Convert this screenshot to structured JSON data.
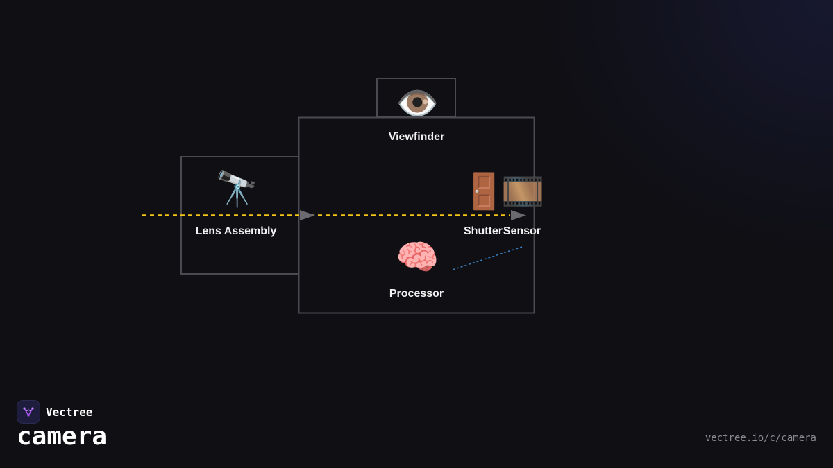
{
  "brand": {
    "name": "Vectree",
    "logo_icon": "vectree-logo-icon",
    "logo_color": "#a855f7"
  },
  "page": {
    "title": "camera",
    "url": "vectree.io/c/camera"
  },
  "colors": {
    "background": "#0f0f14",
    "box_stroke": "#4a4a50",
    "light_path": "#f5c518",
    "data_path": "#3b82c4",
    "arrowhead": "#6a6a70"
  },
  "diagram": {
    "nodes": [
      {
        "id": "lens",
        "label": "Lens Assembly",
        "icon": "telescope-icon",
        "glyph": "🔭"
      },
      {
        "id": "viewfinder",
        "label": "Viewfinder",
        "icon": "eye-icon",
        "glyph": "👁️"
      },
      {
        "id": "shutter",
        "label": "Shutter",
        "icon": "door-icon",
        "glyph": "🚪"
      },
      {
        "id": "sensor",
        "label": "Sensor",
        "icon": "film-frames-icon",
        "glyph": "🎞️"
      },
      {
        "id": "processor",
        "label": "Processor",
        "icon": "brain-icon",
        "glyph": "🧠"
      }
    ],
    "edges": [
      {
        "from": "lens",
        "to": "shutter",
        "style": "light-path"
      },
      {
        "from": "shutter",
        "to": "sensor",
        "style": "light-path"
      },
      {
        "from": "sensor",
        "to": "processor",
        "style": "data-path"
      }
    ]
  }
}
